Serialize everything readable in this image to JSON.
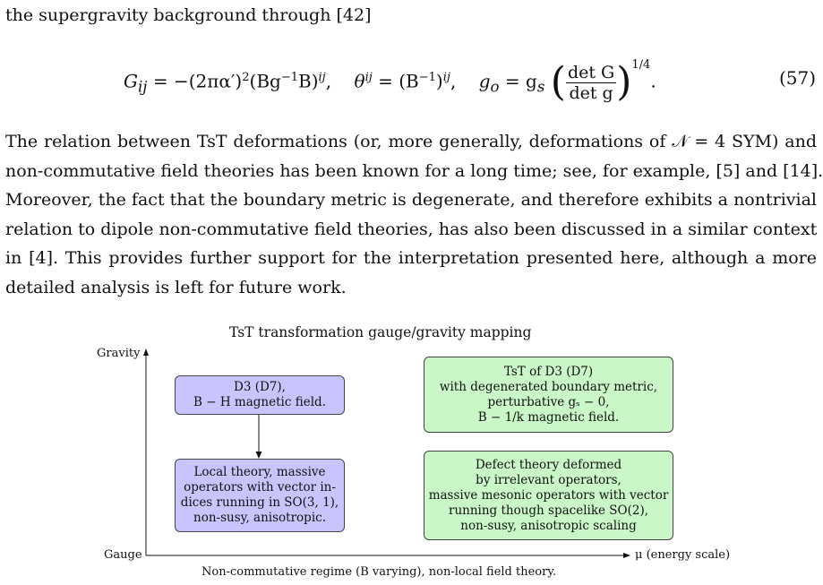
{
  "intro_line": "the supergravity background through [42]",
  "equation": {
    "G_lhs": "G",
    "G_sub": "ij",
    "G_rhs_a": " = −(2πα′)",
    "G_rhs_b": "(Bg",
    "G_rhs_c": "B)",
    "theta_lhs": "θ",
    "theta_rhs_a": " = (B",
    "theta_rhs_b": ")",
    "g_lhs": "g",
    "g_sub": "o",
    "g_mid": " = g",
    "g_sub2": "s",
    "frac_num": "det G",
    "frac_den": "det g",
    "exponent": "1/4",
    "number": "(57)"
  },
  "paragraph": [
    "The relation between TsT deformations (or, more generally, deformations of 𝒩 = 4 SYM) and",
    "non-commutative field theories has been known for a long time; see, for example, [5] and [14].",
    "Moreover, the fact that the boundary metric is degenerate, and therefore exhibits a nontrivial",
    "relation to dipole non-commutative field theories, has also been discussed in a similar context",
    "in [4].  This provides further support for the interpretation presented here, although a more",
    "detailed analysis is left for future work."
  ],
  "figure": {
    "title": "TsT transformation gauge/gravity mapping",
    "y_top_label": "Gravity",
    "y_bottom_label": "Gauge",
    "x_label": "μ (energy scale)",
    "caption": "Non-commutative regime (B varying), non-local field theory.",
    "colors": {
      "blue_box": "#c7c5fb",
      "green_box": "#c9f7c7"
    },
    "boxes": {
      "d3_gravity": [
        "D3 (D7),",
        "B − H magnetic field."
      ],
      "local_theory": [
        "Local theory, massive",
        "operators with vector in-",
        "dices running in SO(3, 1),",
        "non-susy, anisotropic."
      ],
      "tst_gravity": [
        "TsT of D3 (D7)",
        "with degenerated boundary metric,",
        "perturbative gₛ  −  0,",
        "B  −  1/k magnetic field."
      ],
      "defect_theory": [
        "Defect theory deformed",
        "by irrelevant operators,",
        "massive mesonic operators with vector",
        "running though spacelike SO(2),",
        "non-susy, anisotropic scaling"
      ]
    }
  }
}
